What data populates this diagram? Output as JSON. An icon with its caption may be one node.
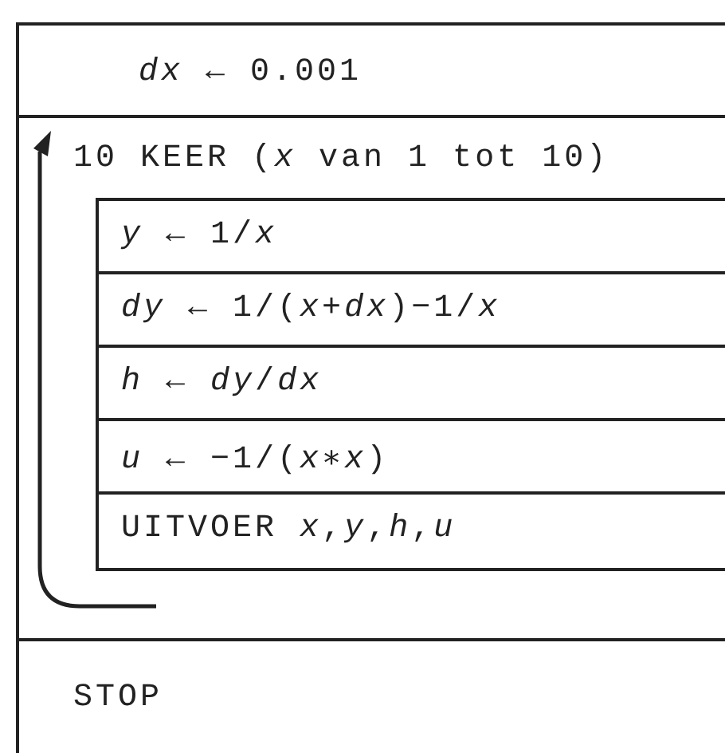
{
  "diagram": {
    "nodes": [
      {
        "text": [
          "*dx* ← 0.001"
        ]
      },
      {
        "text": [
          "10 KEER (*x* van 1 tot 10)"
        ]
      },
      {
        "text": [
          "*y* ← 1/*x*"
        ],
        "in": 1
      },
      {
        "text": [
          "*dy* ← 1/(*x*+*dx*)−1/*x*"
        ],
        "in": 1
      },
      {
        "text": [
          "*h* ← *dy*/*dx*"
        ],
        "in": 1
      },
      {
        "text": [
          "*u* ← −1/(*x*∗*x*)"
        ],
        "in": 1
      },
      {
        "text": [
          "UITVOER *x*,*y*,*h*,*u*"
        ],
        "in": 1
      },
      {
        "text": [
          "STOP"
        ]
      }
    ],
    "edges": []
  }
}
